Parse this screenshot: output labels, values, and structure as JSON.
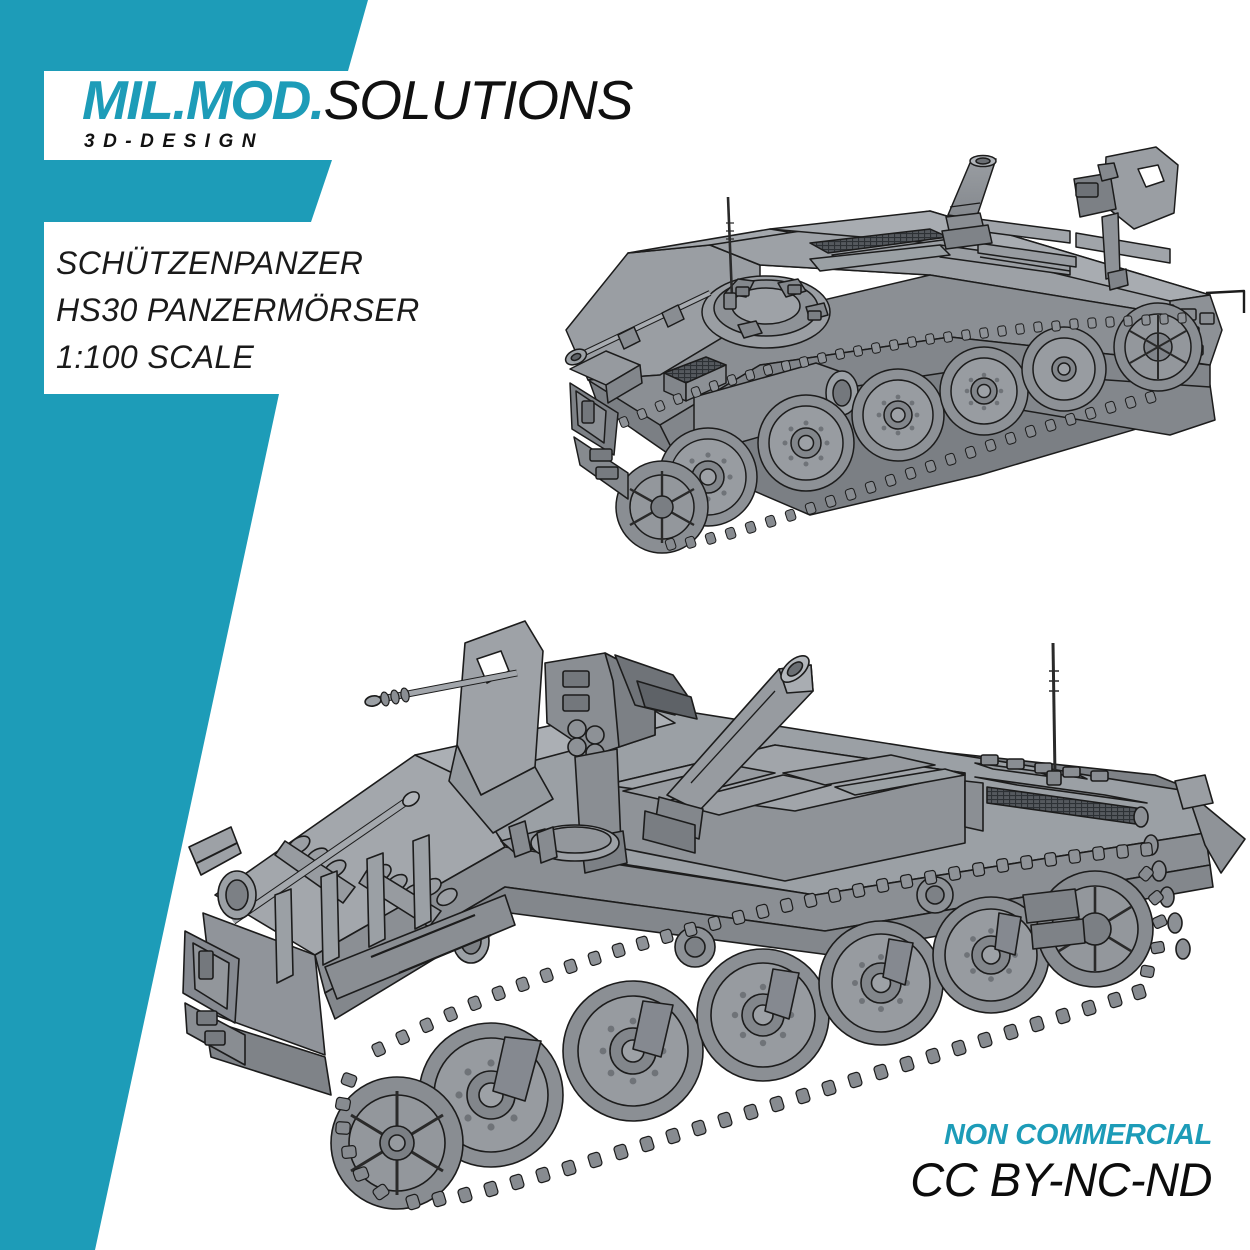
{
  "brand": {
    "accent_color": "#1d9cb8",
    "logo_part_1": "MIL.MOD.",
    "logo_part_2": "SOLUTIONS",
    "logo_subtitle": "3D-DESIGN"
  },
  "title": {
    "line_1": "SCHÜTZENPANZER",
    "line_2": "HS30 PANZERMÖRSER",
    "line_3": "1:100 SCALE"
  },
  "license": {
    "usage": "NON COMMERCIAL",
    "code": "CC BY-NC-ND"
  },
  "models": [
    {
      "id": "model-top",
      "name": "hs30-panzermoerser-rear-three-quarter-view",
      "description": "Grey shaded 3D CAD render of Schützenpanzer HS30 Panzermörser, rear three-quarter view, mortar barrel elevated, commander gun shield raised",
      "road_wheels": 5,
      "body_color": "#84888d",
      "outline_color": "#1c1c1c"
    },
    {
      "id": "model-bot",
      "name": "hs30-panzermoerser-front-three-quarter-view",
      "description": "Grey shaded 3D CAD render of Schützenpanzer HS30 Panzermörser, front three-quarter view, mortar barrel elevated, machine gun with shield on roof, antenna at rear",
      "road_wheels": 5,
      "body_color": "#84888d",
      "outline_color": "#1c1c1c"
    }
  ]
}
